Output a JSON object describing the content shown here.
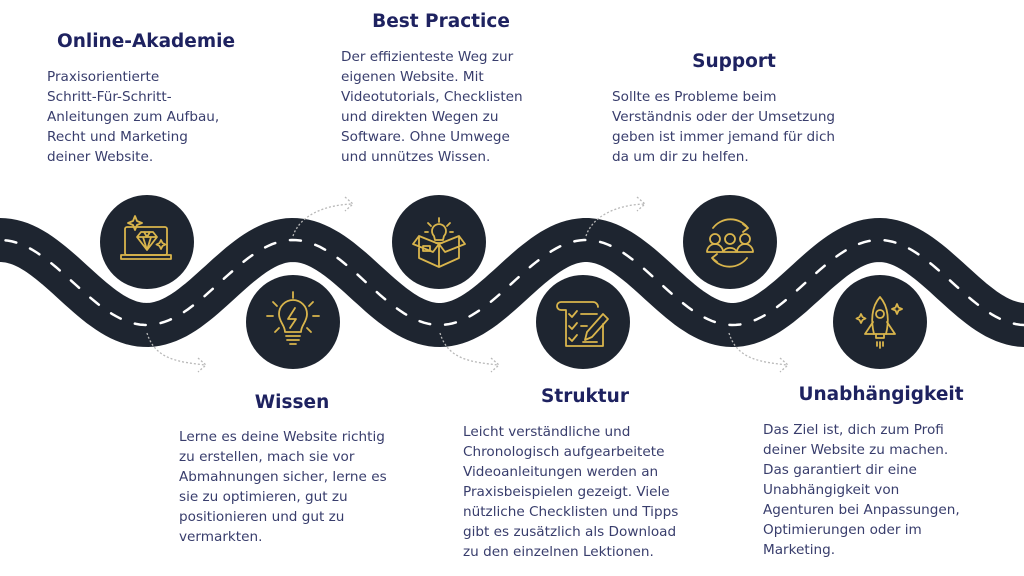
{
  "colors": {
    "road": "#1e2530",
    "gold": "#d9b54c",
    "title": "#1e2260",
    "text": "#383d6c",
    "lane": "#ffffff",
    "arrow": "#b8b8b8"
  },
  "steps": [
    {
      "title": "Online-Akademie",
      "icon": "laptop-diamond-icon",
      "lines": [
        "Praxisorientierte",
        "Schritt-Für-Schritt-",
        "Anleitungen zum Aufbau,",
        "Recht und Marketing",
        "deiner Website."
      ]
    },
    {
      "title": "Wissen",
      "icon": "lightbulb-icon",
      "lines": [
        "Lerne es deine Website richtig",
        "zu erstellen, mach sie vor",
        "Abmahnungen sicher, lerne es",
        "sie zu optimieren, gut zu",
        "positionieren und gut zu",
        "vermarkten."
      ]
    },
    {
      "title": "Best Practice",
      "icon": "box-lightbulb-icon",
      "lines": [
        "Der effizienteste Weg zur",
        "eigenen Website. Mit",
        "Videotutorials, Checklisten",
        "und direkten Wegen zu",
        "Software. Ohne Umwege",
        "und unnützes Wissen."
      ]
    },
    {
      "title": "Struktur",
      "icon": "checklist-pencil-icon",
      "lines": [
        "Leicht verständliche und",
        "Chronologisch aufgearbeitete",
        "Videoanleitungen werden an",
        "Praxisbeispielen gezeigt. Viele",
        "nützliche Checklisten und Tipps",
        "gibt es zusätzlich als Download",
        "zu den einzelnen Lektionen."
      ]
    },
    {
      "title": "Support",
      "icon": "team-cycle-icon",
      "lines": [
        "Sollte es Probleme beim",
        "Verständnis oder der Umsetzung",
        "geben ist immer jemand für dich",
        "da um dir zu helfen."
      ]
    },
    {
      "title": "Unabhängigkeit",
      "icon": "rocket-icon",
      "lines": [
        "Das Ziel ist, dich zum Profi",
        "deiner Website zu machen.",
        "Das garantiert dir eine",
        "Unabhängigkeit von",
        "Agenturen bei Anpassungen,",
        "Optimierungen oder im",
        "Marketing."
      ]
    }
  ]
}
